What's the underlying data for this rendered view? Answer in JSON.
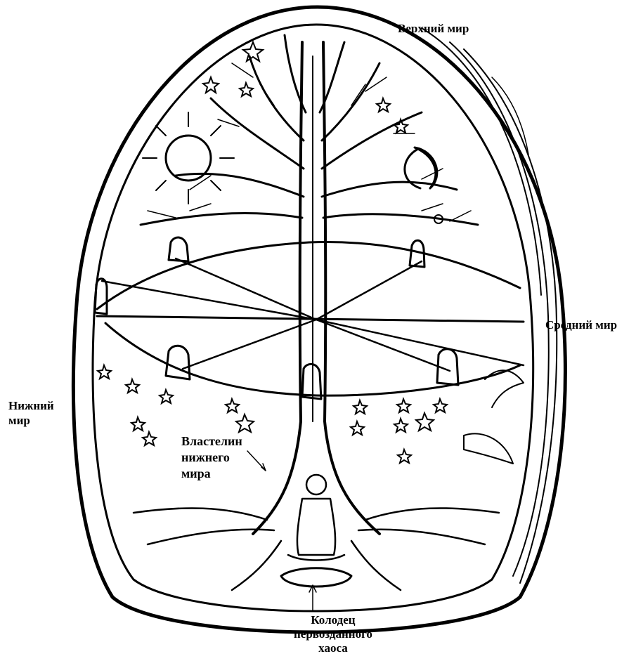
{
  "labels": {
    "upper_world": "Верхний мир",
    "middle_world": "Средний мир",
    "lower_world": [
      "Нижний",
      "мир"
    ],
    "lord_of_lower_world": [
      "Властелин",
      "нижнего",
      "мира"
    ],
    "well_of_chaos": [
      "Колодец",
      "первозданного",
      "хаоса"
    ]
  },
  "colors": {
    "ink": "#000000",
    "paper": "#ffffff"
  }
}
